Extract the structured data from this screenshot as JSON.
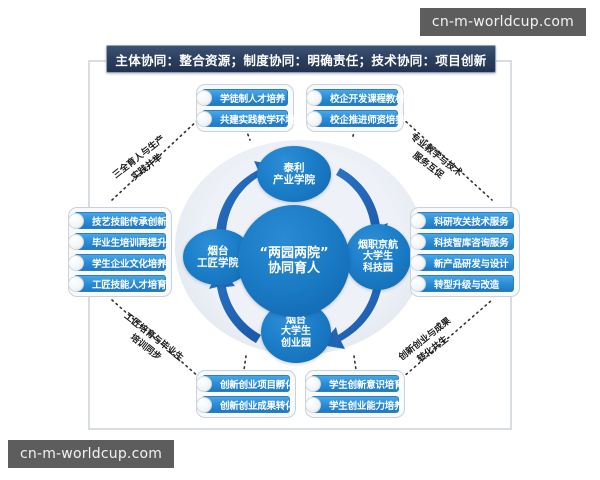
{
  "watermarks": {
    "top": "cn-m-worldcup.com",
    "bottom": "cn-m-worldcup.com"
  },
  "banner": {
    "text": "主体协同：整合资源；制度协同：明确责任；技术协同：项目创新"
  },
  "center": {
    "line1": "“两园两院”",
    "line2": "协同育人"
  },
  "nodes": {
    "top": {
      "line1": "泰利",
      "line2": "产业学院",
      "line3": ""
    },
    "left": {
      "line1": "烟台",
      "line2": "工匠学院",
      "line3": ""
    },
    "right": {
      "line1": "烟职京航",
      "line2": "大学生",
      "line3": "科技园"
    },
    "bottom": {
      "line1": "烟台",
      "line2": "大学生",
      "line3": "创业园"
    }
  },
  "panels": {
    "top_left": {
      "items": [
        "学徒制人才培养",
        "共建实践教学环境"
      ]
    },
    "top_right": {
      "items": [
        "校企开发课程教材",
        "校企推进师资培养"
      ]
    },
    "left": {
      "items": [
        "技艺技能传承创新",
        "毕业生培训再提升",
        "学生企业文化培养",
        "工匠技能人才培育"
      ]
    },
    "right": {
      "items": [
        "科研攻关技术服务",
        "科技智库咨询服务",
        "新产品研发与设计",
        "转型升级与改造"
      ]
    },
    "bottom_left": {
      "items": [
        "创新创业项目孵化",
        "创新创业成果转化"
      ]
    },
    "bottom_right": {
      "items": [
        "学生创新意识培育",
        "学生创业能力培养"
      ]
    }
  },
  "diagonals": {
    "top_left": {
      "line1": "三全育人与生产",
      "line2": "实践并举"
    },
    "top_right": {
      "line1": "专业教学与技术",
      "line2": "服务互促"
    },
    "bottom_left": {
      "line1": "工匠培育与毕业生",
      "line2": "培训同步"
    },
    "bottom_right": {
      "line1": "创新创业与成果",
      "line2": "转化共生"
    }
  },
  "colors": {
    "banner_dark": "#2d4060",
    "node_blue": "#1b7ec8",
    "pill_blue": "#2b8ed8",
    "arrow_blue": "#1f63b5",
    "field_gray": "#e5eaf2",
    "watermark_bg": "#5d5d5d"
  }
}
